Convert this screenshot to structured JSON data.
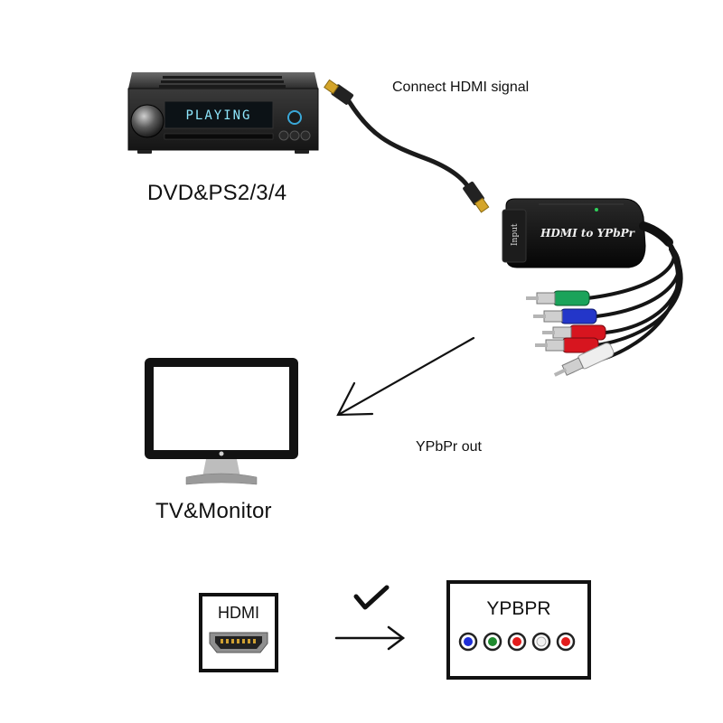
{
  "devices": {
    "source": {
      "display_text": "PLAYING",
      "label": "DVD&PS2/3/4"
    },
    "converter": {
      "body_text": "HDMI to YPbPr",
      "port_text": "Input"
    },
    "display": {
      "label": "TV&Monitor"
    }
  },
  "connections": {
    "hdmi_in": {
      "label": "Connect HDMI signal"
    },
    "ypbpr_out": {
      "label": "YPbPr out"
    }
  },
  "legend": {
    "hdmi_box_label": "HDMI",
    "ypbpr_box_label": "YPBPR",
    "ports": [
      "blue",
      "green",
      "red",
      "white",
      "red"
    ],
    "port_colors": {
      "blue": "#1f2fd8",
      "green": "#1f8a2e",
      "red": "#e21b1b",
      "white": "#f2f2f2"
    }
  },
  "colors": {
    "cable_green": "#1aa35a",
    "cable_blue": "#2336c9",
    "cable_red": "#d7151f",
    "cable_white": "#eeeeee",
    "display_screen": "#7fd0ff"
  }
}
